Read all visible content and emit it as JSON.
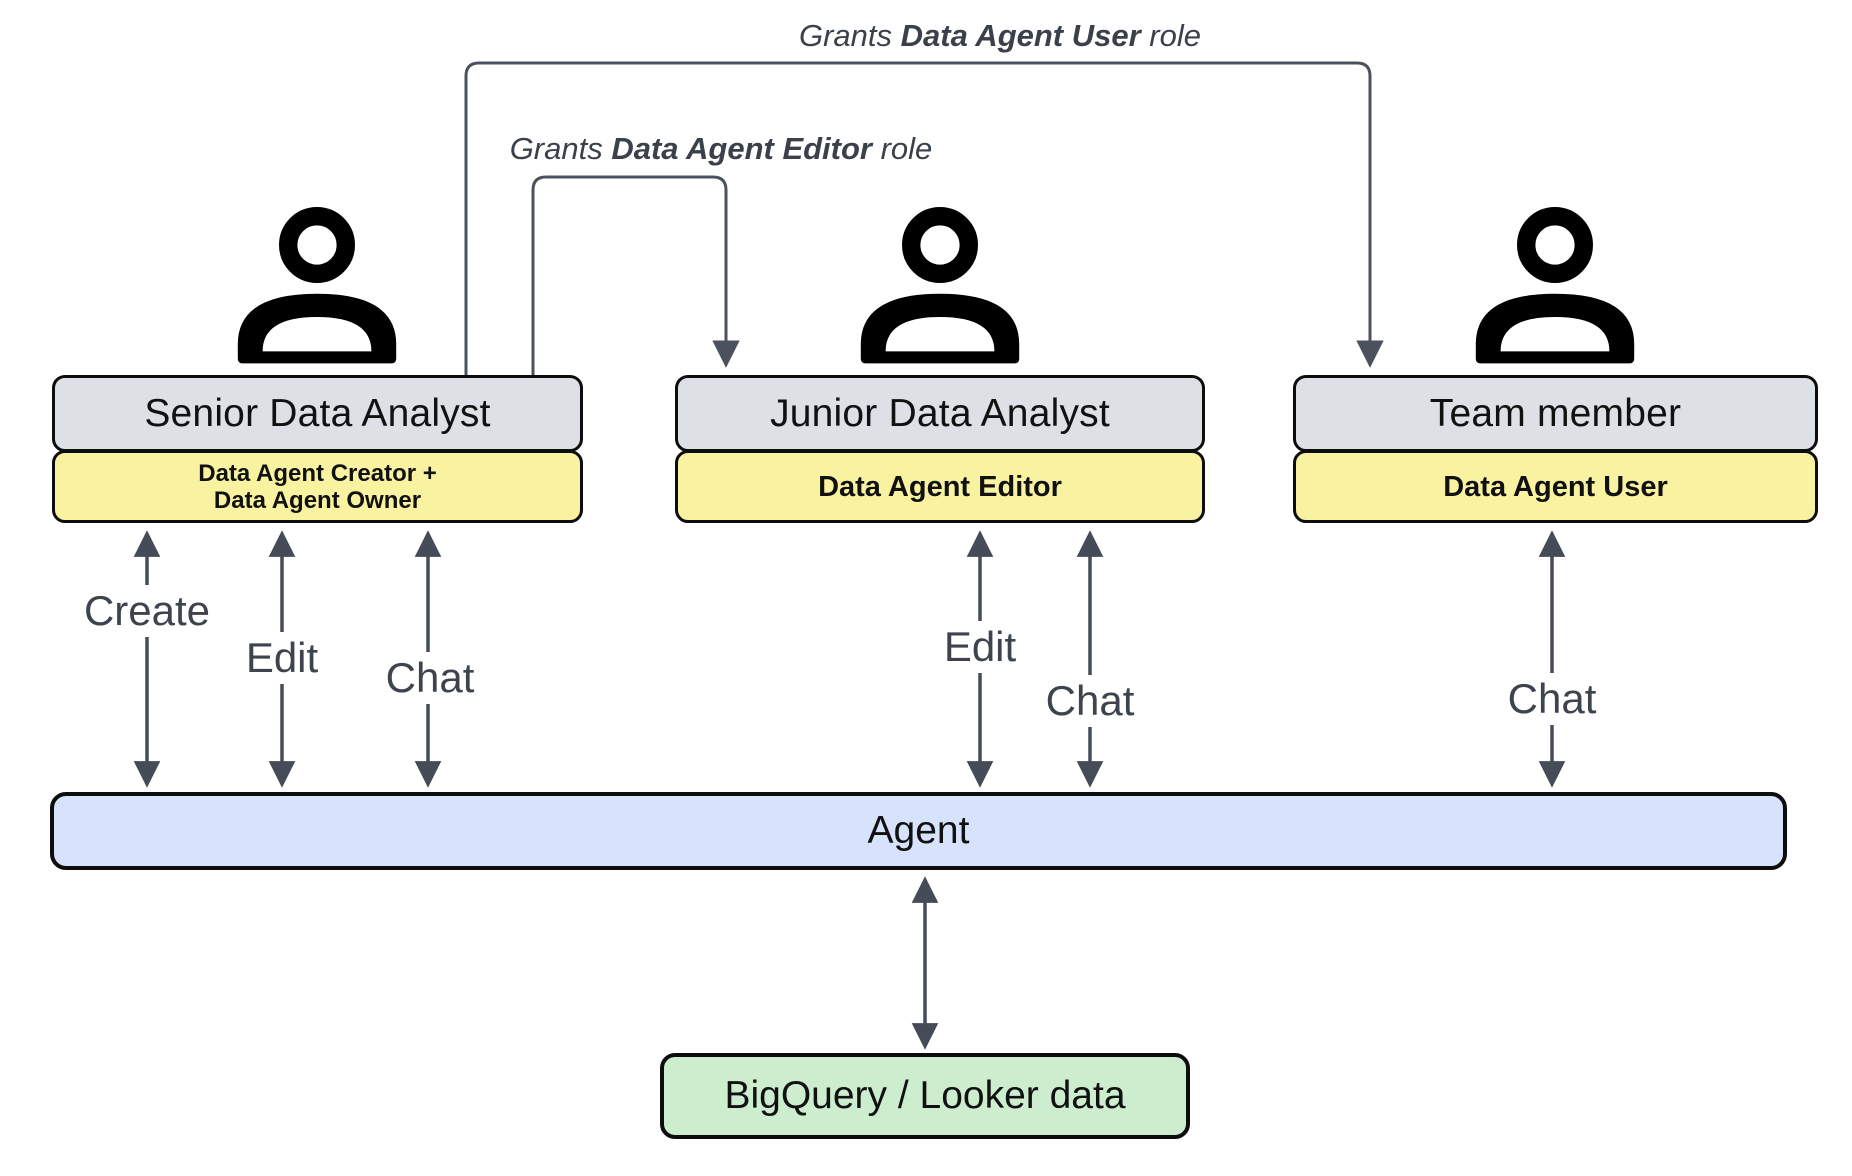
{
  "grants": [
    {
      "prefix": "Grants ",
      "role": "Data Agent User",
      "suffix": " role"
    },
    {
      "prefix": "Grants ",
      "role": "Data Agent Editor",
      "suffix": " role"
    }
  ],
  "actors": [
    {
      "title": "Senior Data Analyst",
      "role_lines": [
        "Data Agent Creator +",
        "Data Agent Owner"
      ]
    },
    {
      "title": "Junior Data Analyst",
      "role_lines": [
        "Data Agent Editor"
      ]
    },
    {
      "title": "Team member",
      "role_lines": [
        "Data Agent User"
      ]
    }
  ],
  "action_labels": {
    "senior": [
      "Create",
      "Edit",
      "Chat"
    ],
    "junior": [
      "Edit",
      "Chat"
    ],
    "team": [
      "Chat"
    ]
  },
  "agent_label": "Agent",
  "datasource_label": "BigQuery / Looker data",
  "colors": {
    "actor_title_fill": "#dde0e5",
    "actor_role_fill": "#f9f3a1",
    "agent_fill": "#d7e3fc",
    "datasource_fill": "#cdedcf",
    "box_border": "#0d0d0d",
    "arrow": "#454c58",
    "grant_connector": "#4b525e",
    "label_text": "#3d444e"
  }
}
